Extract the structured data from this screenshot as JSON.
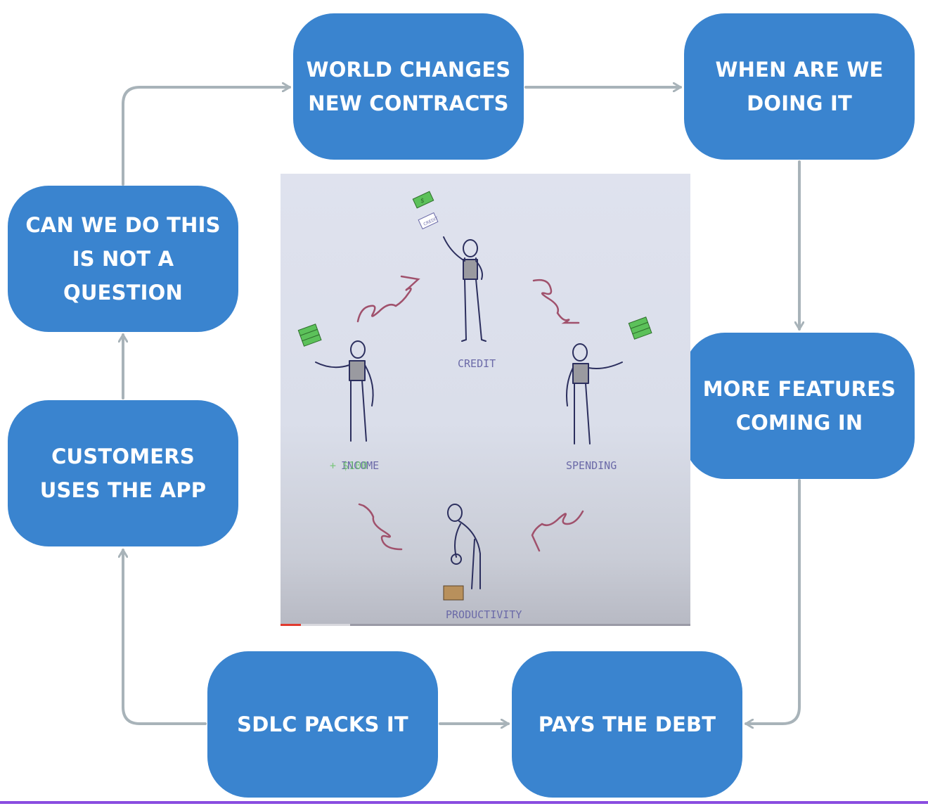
{
  "nodes": {
    "world_changes": [
      "WORLD CHANGES",
      "NEW CONTRACTS"
    ],
    "when_are_we": [
      "WHEN ARE WE",
      "DOING IT"
    ],
    "can_we_do": [
      "CAN WE DO THIS",
      "IS NOT A",
      "QUESTION"
    ],
    "more_features": [
      "MORE FEATURES",
      "COMING IN"
    ],
    "customers": [
      "CUSTOMERS",
      "USES THE APP"
    ],
    "sdlc": [
      "SDLC PACKS IT"
    ],
    "pays_debt": [
      "PAYS THE DEBT"
    ]
  },
  "illustration": {
    "labels": {
      "credit": "CREDIT",
      "spending": "SPENDING",
      "income": "INCOME",
      "income_plus": "+ $100",
      "productivity": "PRODUCTIVITY",
      "bill_top": "$",
      "note_top": "CREDIT"
    },
    "video_progress": 0.05,
    "video_buffered": 0.17
  },
  "colors": {
    "node_fill": "#3a84cf",
    "node_text": "#ffffff",
    "connector": "#a8b3b9",
    "accent_rule": "#8a4de0"
  }
}
